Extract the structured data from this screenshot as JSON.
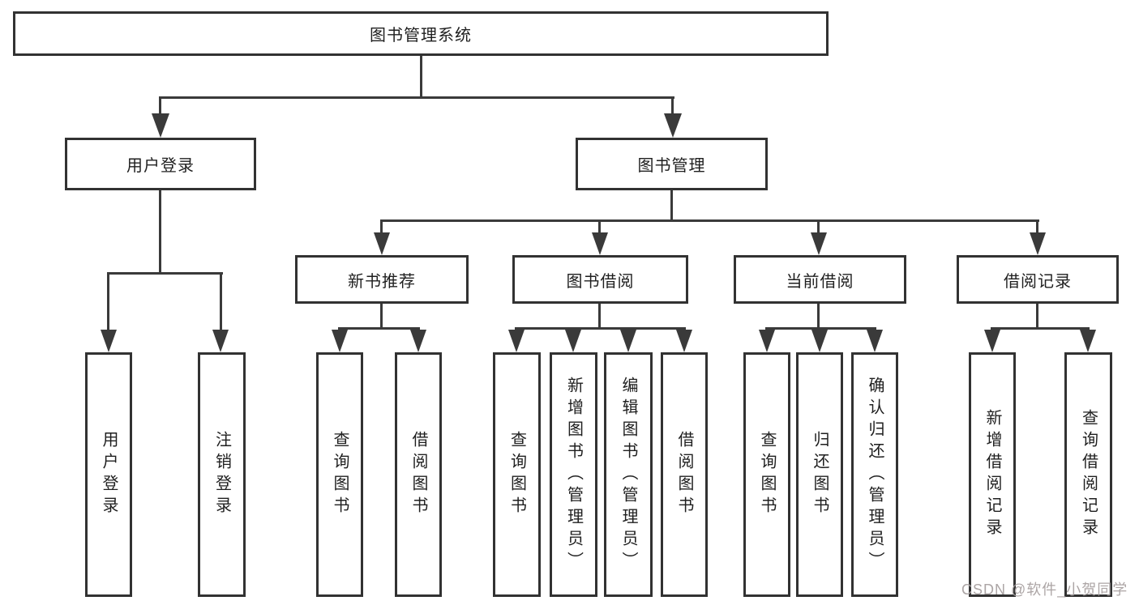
{
  "colors": {
    "line": "#3a3a3a",
    "border": "#323232",
    "text": "#1f1f1f",
    "watermark": "#a8a0a0",
    "background": "#ffffff"
  },
  "watermark": {
    "text": "CSDN @软件_小贺同学"
  },
  "diagram": {
    "type": "hierarchy",
    "root": {
      "label": "图书管理系统",
      "children": [
        {
          "label": "用户登录",
          "children": [
            {
              "label": "用户登录"
            },
            {
              "label": "注销登录"
            }
          ]
        },
        {
          "label": "图书管理",
          "children": [
            {
              "label": "新书推荐",
              "children": [
                {
                  "label": "查询图书"
                },
                {
                  "label": "借阅图书"
                }
              ]
            },
            {
              "label": "图书借阅",
              "children": [
                {
                  "label": "查询图书"
                },
                {
                  "label": "新增图书（管理员）"
                },
                {
                  "label": "编辑图书（管理员）"
                },
                {
                  "label": "借阅图书"
                }
              ]
            },
            {
              "label": "当前借阅",
              "children": [
                {
                  "label": "查询图书"
                },
                {
                  "label": "归还图书"
                },
                {
                  "label": "确认归还（管理员）"
                }
              ]
            },
            {
              "label": "借阅记录",
              "children": [
                {
                  "label": "新增借阅记录"
                },
                {
                  "label": "查询借阅记录"
                }
              ]
            }
          ]
        }
      ]
    }
  }
}
